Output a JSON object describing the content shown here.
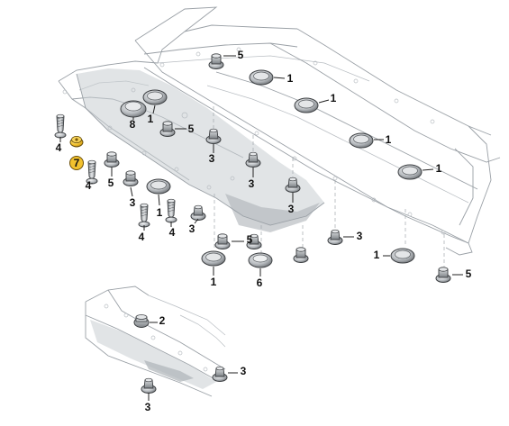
{
  "callouts": [
    {
      "id": "c1a",
      "label": "5"
    },
    {
      "id": "c1b",
      "label": "1"
    },
    {
      "id": "c1c",
      "label": "1"
    },
    {
      "id": "c1d",
      "label": "1"
    },
    {
      "id": "c1e",
      "label": "1"
    },
    {
      "id": "c1f",
      "label": "1"
    },
    {
      "id": "c1g",
      "label": "8"
    },
    {
      "id": "c1h",
      "label": "5"
    },
    {
      "id": "c1i",
      "label": "4"
    },
    {
      "id": "c1j",
      "label": "7"
    },
    {
      "id": "c1k",
      "label": "4"
    },
    {
      "id": "c1l",
      "label": "5"
    },
    {
      "id": "c1m",
      "label": "3"
    },
    {
      "id": "c1n",
      "label": "3"
    },
    {
      "id": "c1o",
      "label": "3"
    },
    {
      "id": "c1p",
      "label": "3"
    },
    {
      "id": "c1q",
      "label": "1"
    },
    {
      "id": "c1r",
      "label": "4"
    },
    {
      "id": "c1s",
      "label": "4"
    },
    {
      "id": "c1t",
      "label": "3"
    },
    {
      "id": "c1u",
      "label": "3"
    },
    {
      "id": "c1v",
      "label": "5"
    },
    {
      "id": "c1w",
      "label": "1"
    },
    {
      "id": "c1x",
      "label": "6"
    },
    {
      "id": "c1y",
      "label": "1"
    },
    {
      "id": "c1z",
      "label": "5"
    },
    {
      "id": "c2a",
      "label": "2"
    },
    {
      "id": "c2b",
      "label": "3"
    },
    {
      "id": "c2c",
      "label": "3"
    }
  ],
  "colors": {
    "highlight_fastener": "#f2c12e",
    "panel": "#c9cdd1",
    "line": "#9aa0a6"
  }
}
